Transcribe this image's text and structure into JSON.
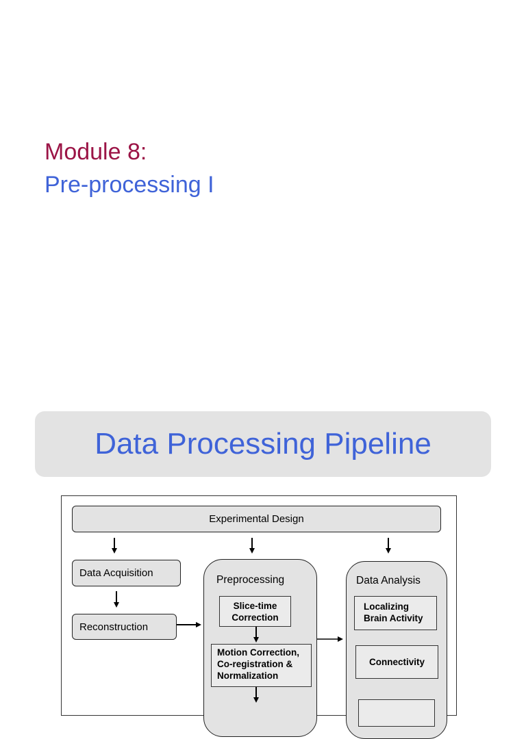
{
  "module": {
    "line1": "Module 8:",
    "line2": "Pre-processing I"
  },
  "slide": {
    "title": "Data Processing Pipeline"
  },
  "diagram": {
    "experimental_design": "Experimental Design",
    "data_acquisition": "Data Acquisition",
    "reconstruction": "Reconstruction",
    "preprocessing": {
      "title": "Preprocessing",
      "slice_time_1": "Slice-time",
      "slice_time_2": "Correction",
      "motion_1": "Motion Correction,",
      "motion_2": "Co-registration &",
      "motion_3": "Normalization"
    },
    "data_analysis": {
      "title": "Data Analysis",
      "localizing_1": "Localizing",
      "localizing_2": "Brain Activity",
      "connectivity": "Connectivity"
    }
  },
  "colors": {
    "module_label": "#9b1446",
    "title_blue": "#3f63d8",
    "box_fill": "#e3e3e3"
  }
}
